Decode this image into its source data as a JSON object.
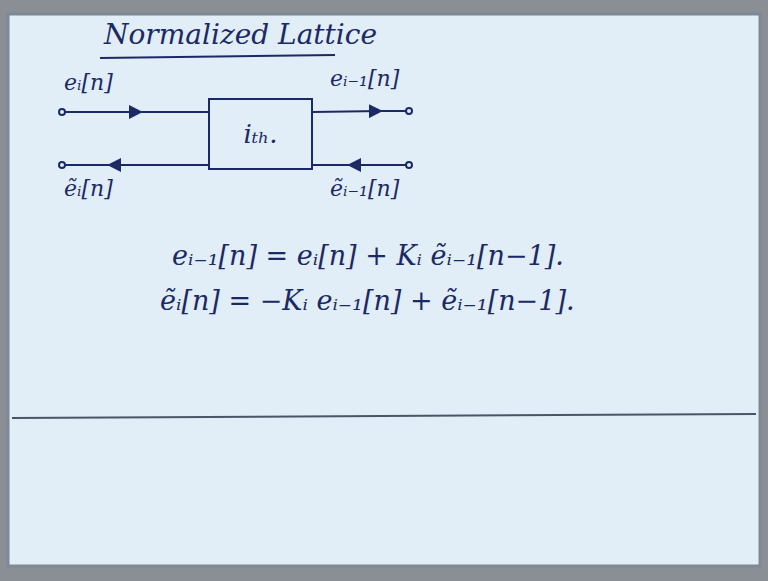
{
  "diagram": {
    "title": "Normalized Lattice",
    "nodes": [
      {
        "text": [
          "iₜₕ."
        ]
      }
    ],
    "labels": [
      "eᵢ[n]",
      "eᵢ₋₁[n]",
      "ẽᵢ[n]",
      "ẽᵢ₋₁[n]",
      "eᵢ₋₁[n] = eᵢ[n] + Kᵢ ẽᵢ₋₁[n−1].",
      "ẽᵢ[n] = −Kᵢ eᵢ₋₁[n] + ẽᵢ₋₁[n−1]."
    ]
  }
}
